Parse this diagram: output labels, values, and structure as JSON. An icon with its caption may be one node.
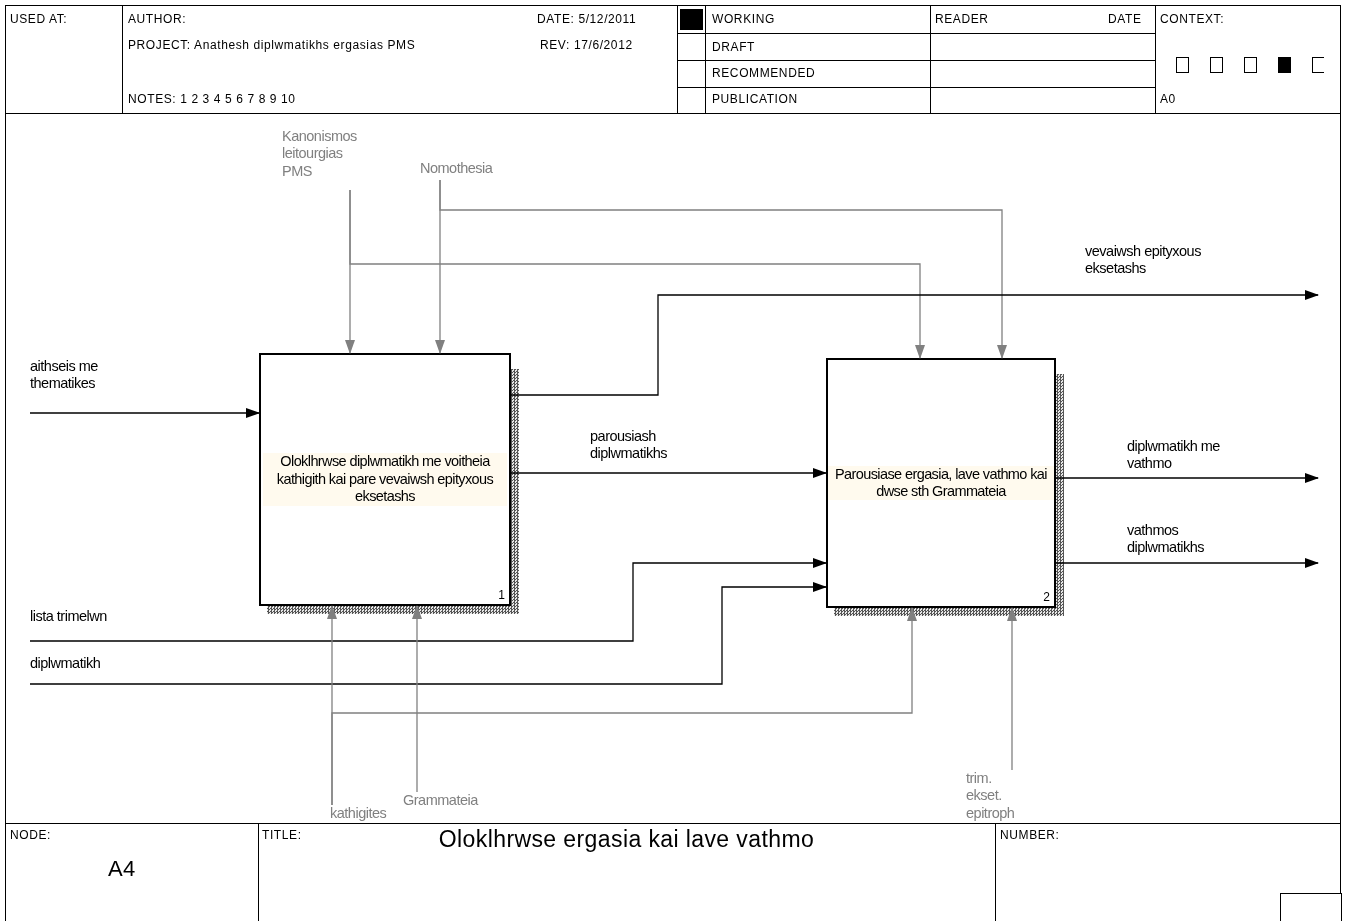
{
  "diagram": {
    "title": "Oloklhrwse ergasia kai lave vathmo",
    "nodes": [
      {
        "text": [
          "Oloklhrwse diplwmatikh me voitheia kathigith kai pare vevaiwsh epityxous eksetashs",
          "1"
        ]
      },
      {
        "text": [
          "Parousiase ergasia, lave vathmo kai dwse sth Grammateia",
          "2"
        ]
      },
      {
        "text": [
          "Kanonismos leitourgias PMS"
        ]
      },
      {
        "text": [
          "Nomothesia"
        ]
      },
      {
        "text": [
          "kathigites"
        ]
      },
      {
        "text": [
          "Grammateia"
        ]
      },
      {
        "text": [
          "trim. ekset. epitroph"
        ]
      }
    ],
    "edges": [
      {
        "from": 2,
        "to": 0,
        "arrow": "to"
      },
      {
        "from": 2,
        "to": 1,
        "arrow": "to"
      },
      {
        "from": 3,
        "to": 0,
        "arrow": "to"
      },
      {
        "from": 3,
        "to": 1,
        "arrow": "to"
      },
      {
        "from": null,
        "to": 0,
        "arrow": "to",
        "label": "aithseis me thematikes",
        "color": "#000000"
      },
      {
        "from": 0,
        "to": null,
        "arrow": "to",
        "label": "vevaiwsh epityxous eksetashs",
        "color": "#000000"
      },
      {
        "from": 0,
        "to": 1,
        "arrow": "to",
        "label": "parousiash diplwmatikhs",
        "color": "#000000"
      },
      {
        "from": null,
        "to": 1,
        "arrow": "to",
        "label": "lista trimelwn",
        "color": "#000000"
      },
      {
        "from": null,
        "to": 1,
        "arrow": "to",
        "label": "diplwmatikh",
        "color": "#000000"
      },
      {
        "from": 1,
        "to": null,
        "arrow": "to",
        "label": "diplwmatikh me vathmo",
        "color": "#000000"
      },
      {
        "from": 1,
        "to": null,
        "arrow": "to",
        "label": "vathmos diplwmatikhs",
        "color": "#000000"
      },
      {
        "from": 4,
        "to": 0,
        "arrow": "to"
      },
      {
        "from": 4,
        "to": 1,
        "arrow": "to"
      },
      {
        "from": 5,
        "to": 0,
        "arrow": "to"
      },
      {
        "from": 6,
        "to": 1,
        "arrow": "to"
      }
    ],
    "labels": [
      "USED AT:",
      "AUTHOR:",
      "DATE: 5/12/2011",
      "WORKING",
      "READER",
      "DATE",
      "CONTEXT:",
      "PROJECT: Anathesh diplwmatikhs ergasias PMS",
      "REV: 17/6/2012",
      "DRAFT",
      "RECOMMENDED",
      "NOTES: 1 2 3 4 5 6 7 8 9 10",
      "PUBLICATION",
      "A0",
      "NODE:",
      "A4",
      "TITLE:",
      "NUMBER:"
    ]
  }
}
